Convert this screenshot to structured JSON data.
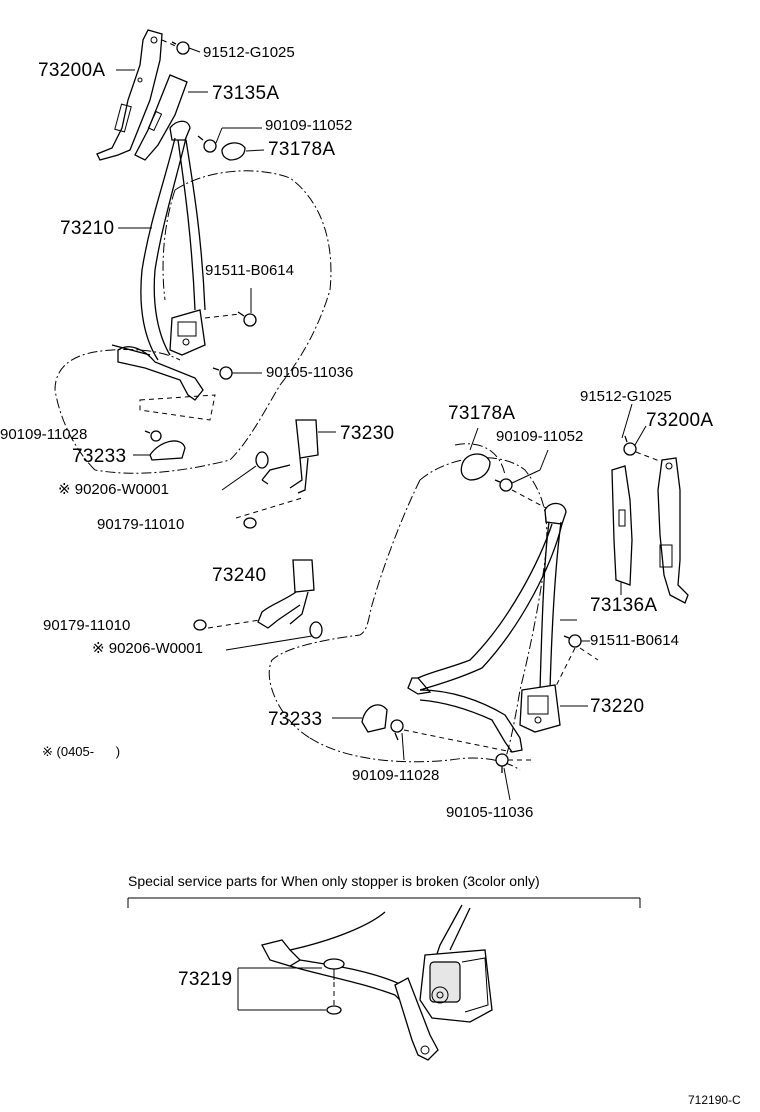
{
  "labels": {
    "l_73200A_top": "73200A",
    "l_91512_top": "91512-G1025",
    "l_73135A": "73135A",
    "l_90109_11052_top": "90109-11052",
    "l_73178A_top": "73178A",
    "l_73210": "73210",
    "l_91511_top": "91511-B0614",
    "l_90105_top": "90105-11036",
    "l_90109_11028_left": "90109-11028",
    "l_73233_top": "73233",
    "l_73230": "73230",
    "l_90206_top": "※ 90206-W0001",
    "l_90179_top": "90179-11010",
    "l_73178A_right": "73178A",
    "l_90109_11052_right": "90109-11052",
    "l_91512_right": "91512-G1025",
    "l_73200A_right": "73200A",
    "l_73240": "73240",
    "l_90179_mid": "90179-11010",
    "l_90206_mid": "※ 90206-W0001",
    "l_73136A": "73136A",
    "l_91511_right": "91511-B0614",
    "l_73220": "73220",
    "l_73233_bottom": "73233",
    "l_90109_11028_bottom": "90109-11028",
    "l_90105_bottom": "90105-11036",
    "l_note": "※ (0405-      )",
    "l_special": "Special service parts for When only stopper is broken (3color only)",
    "l_73219": "73219",
    "l_code": "712190-C"
  }
}
